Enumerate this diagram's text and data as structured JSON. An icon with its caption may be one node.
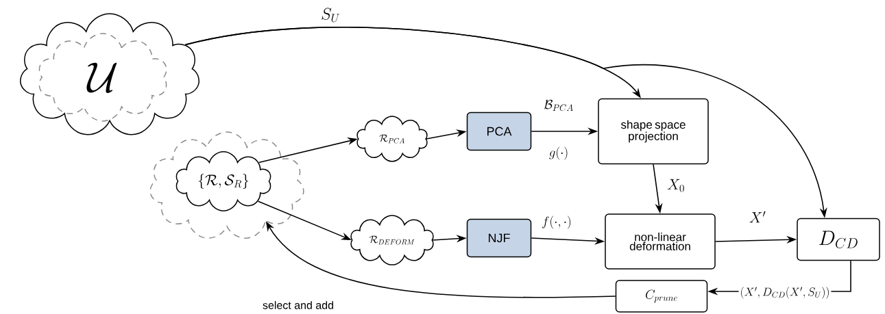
{
  "diagram": {
    "nodes": [
      {
        "text": [],
        "shape": "cloud"
      },
      {
        "text": [
          "\\mathcal{U}"
        ],
        "in": 0
      },
      {
        "text": [],
        "shape": "cloud"
      },
      {
        "text": [
          "\\{\\mathcal{R},\\mathcal{S}_R\\}"
        ],
        "in": 2
      },
      {
        "text": [
          "\\mathcal{R}_{PCA}"
        ]
      },
      {
        "text": [
          "PCA"
        ]
      },
      {
        "text": [
          "shape space projection"
        ]
      },
      {
        "text": [
          "\\mathcal{R}_{DEFORM}"
        ]
      },
      {
        "text": [
          "NJF"
        ]
      },
      {
        "text": [
          "non-linear deformation"
        ]
      },
      {
        "text": [
          "D_{CD}"
        ]
      },
      {
        "text": [
          "C_{prune}"
        ]
      }
    ],
    "edges": [
      {
        "from": 0,
        "to": 6,
        "arrow": "to",
        "label": "S_U"
      },
      {
        "from": 0,
        "to": 10,
        "arrow": "to"
      },
      {
        "from": 3,
        "to": 4,
        "arrow": "to"
      },
      {
        "from": 4,
        "to": 5,
        "arrow": "to"
      },
      {
        "from": 5,
        "to": 6,
        "arrow": "to",
        "label": "\\mathcal{B}_{PCA}"
      },
      {
        "from": 3,
        "to": 7,
        "arrow": "to"
      },
      {
        "from": 7,
        "to": 8,
        "arrow": "to"
      },
      {
        "from": 8,
        "to": 9,
        "arrow": "to",
        "label": "f(\\cdot,\\cdot)"
      },
      {
        "from": 6,
        "to": 9,
        "arrow": "to",
        "label": "X_0"
      },
      {
        "from": 9,
        "to": 10,
        "arrow": "to",
        "label": "X'"
      },
      {
        "from": 10,
        "to": 11,
        "arrow": "to",
        "label": "(X',D_{CD}(X',S_U))"
      },
      {
        "from": 11,
        "to": 2,
        "arrow": "to",
        "label": "select and add"
      }
    ],
    "labels": [
      "g(\\cdot)"
    ]
  }
}
